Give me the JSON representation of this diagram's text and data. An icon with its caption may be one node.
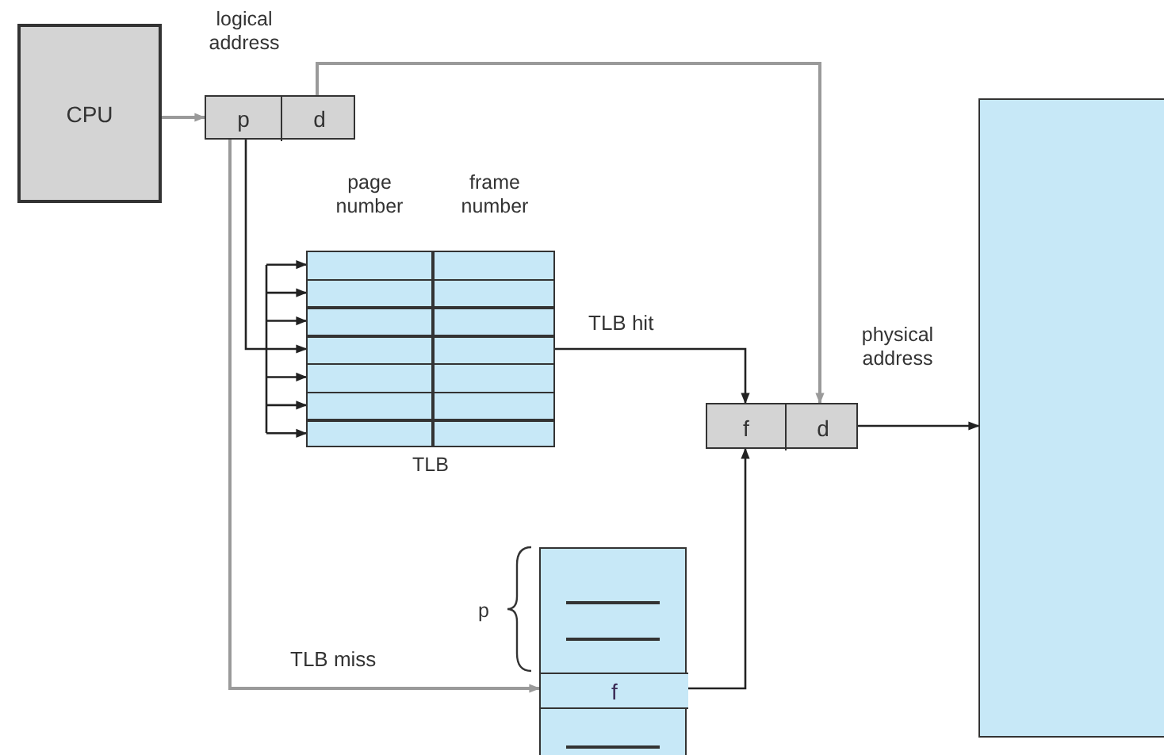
{
  "diagram": {
    "nodes": [
      {
        "text": [
          "CPU"
        ]
      },
      {
        "text": [],
        "shape": "box"
      },
      {
        "text": [
          "p"
        ],
        "in": 1
      },
      {
        "text": [
          "d"
        ],
        "in": 1
      },
      {
        "text": [],
        "shape": "box",
        "beside": [
          "TLB"
        ]
      },
      {
        "text": [],
        "shape": "box"
      },
      {
        "text": [
          "f"
        ],
        "in": 5
      },
      {
        "text": [
          "d"
        ],
        "in": 5
      },
      {
        "text": [],
        "shape": "box",
        "beside": [
          "p"
        ]
      },
      {
        "text": [
          "f"
        ],
        "in": 8
      },
      {
        "text": [],
        "shape": "box"
      }
    ],
    "edges": [
      {
        "from": 0,
        "to": 2,
        "arrow": "to",
        "color": "#9a9a9a"
      },
      {
        "from": 3,
        "to": 7,
        "arrow": "to",
        "color": "#9a9a9a"
      },
      {
        "from": 2,
        "to": 4,
        "arrow": "to"
      },
      {
        "from": 2,
        "to": 9,
        "arrow": "to",
        "label": "TLB miss",
        "color": "#9a9a9a"
      },
      {
        "from": 4,
        "to": 6,
        "arrow": "to",
        "label": "TLB hit"
      },
      {
        "from": 9,
        "to": 6,
        "arrow": "to"
      },
      {
        "from": 5,
        "to": 10,
        "arrow": "to"
      }
    ],
    "labels": [
      "logical address",
      "page number",
      "frame number",
      "physical address"
    ]
  }
}
